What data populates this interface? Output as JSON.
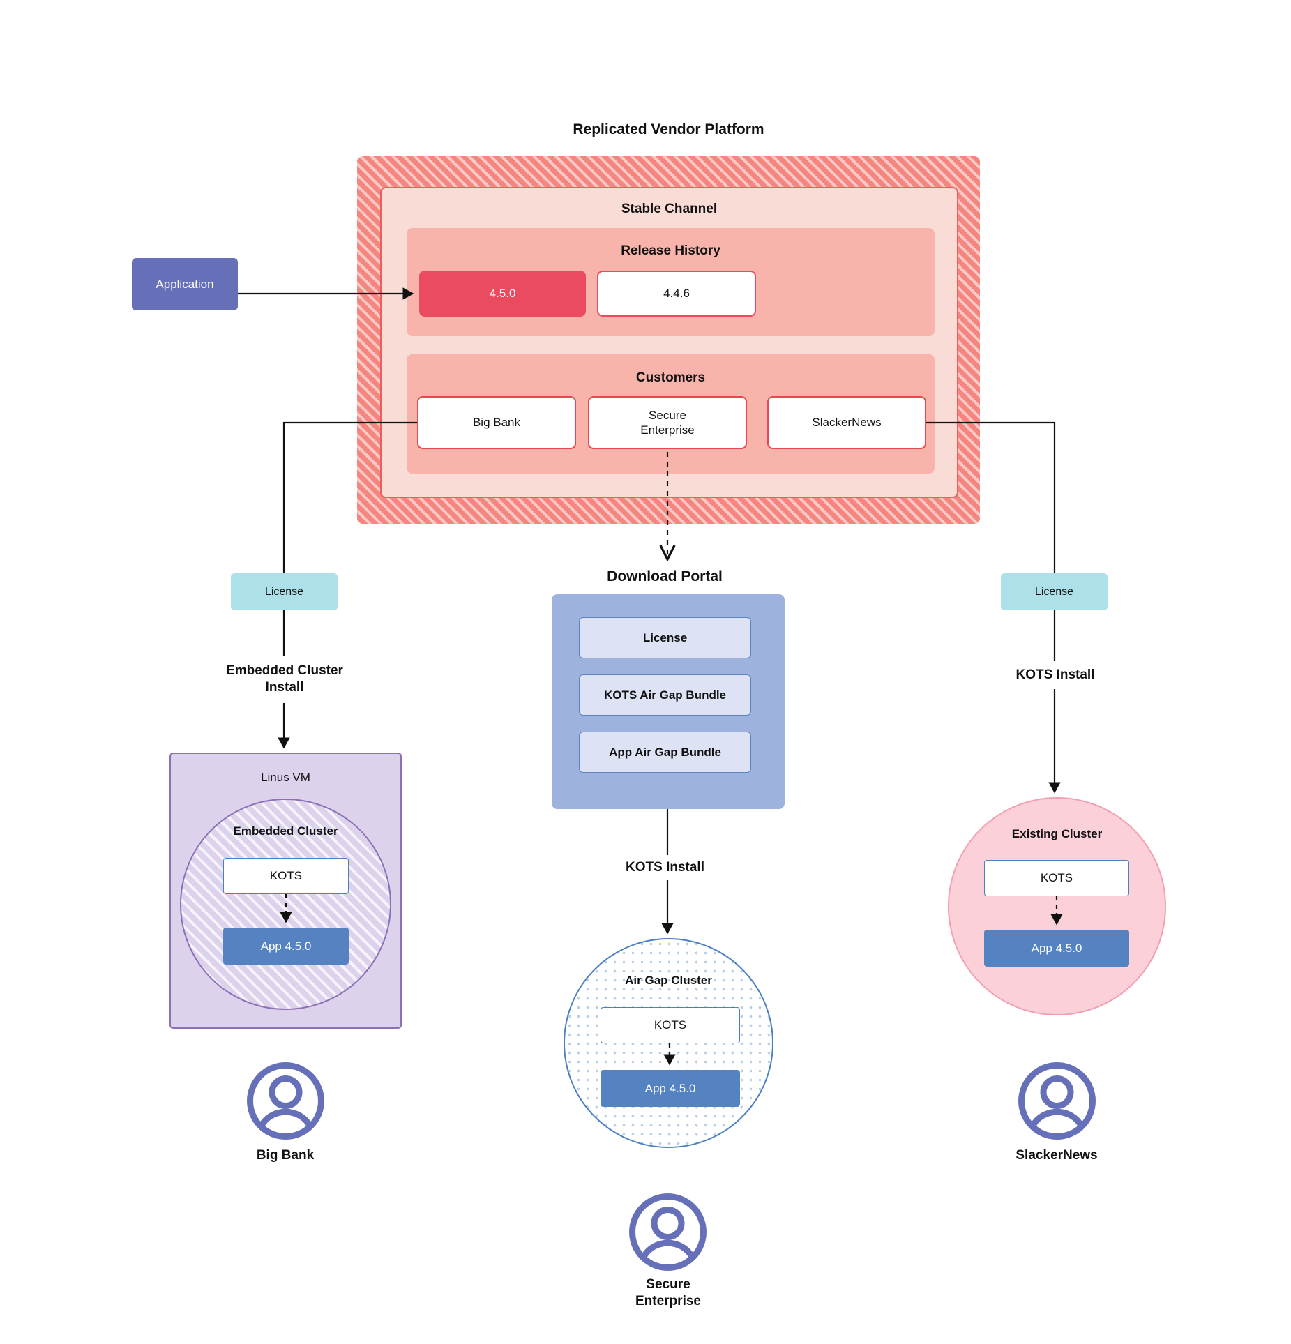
{
  "platform": {
    "title": "Replicated Vendor Platform",
    "channel_label": "Stable Channel",
    "release_history_label": "Release History",
    "releases": [
      {
        "version": "4.5.0",
        "state": "active"
      },
      {
        "version": "4.4.6",
        "state": "idle"
      }
    ],
    "customers_label": "Customers",
    "customers": [
      {
        "name": "Big Bank"
      },
      {
        "name": "Secure\nEnterprise"
      },
      {
        "name": "SlackerNews"
      }
    ]
  },
  "application": {
    "label": "Application"
  },
  "left_flow": {
    "license_label": "License",
    "install_label": "Embedded Cluster\nInstall",
    "vm_label": "Linus VM",
    "cluster_label": "Embedded Cluster",
    "kots_label": "KOTS",
    "app_label": "App 4.5.0",
    "persona": "Big Bank"
  },
  "center_flow": {
    "portal_title": "Download  Portal",
    "portal_items": [
      {
        "label": "License"
      },
      {
        "label": "KOTS Air Gap Bundle"
      },
      {
        "label": "App Air Gap Bundle"
      }
    ],
    "install_label": "KOTS Install",
    "cluster_label": "Air Gap Cluster",
    "kots_label": "KOTS",
    "app_label": "App 4.5.0",
    "persona": "Secure\nEnterprise"
  },
  "right_flow": {
    "license_label": "License",
    "install_label": "KOTS Install",
    "cluster_label": "Existing Cluster",
    "kots_label": "KOTS",
    "app_label": "App 4.5.0",
    "persona": "SlackerNews"
  },
  "colors": {
    "platform_fill": "#f4857f",
    "channel_fill": "#fadcd6",
    "section_fill": "#f8b3aa",
    "release_active": "#ea4b5e",
    "customer_border": "#e8484f",
    "application_fill": "#6670b9",
    "license_fill": "#ade0e8",
    "portal_fill": "#9db3dd",
    "portal_item_fill": "#dde3f4",
    "vm_fill": "#dcd2ec",
    "vm_border": "#8c6fb6",
    "airgap_border": "#4a7fc1",
    "existing_fill": "#fbd0d9",
    "existing_border": "#f39fb2",
    "app_version_fill": "#5583c1",
    "persona_icon": "#6670b9",
    "connector": "#111111"
  },
  "icons": {
    "persona": "user-avatar-icon"
  }
}
